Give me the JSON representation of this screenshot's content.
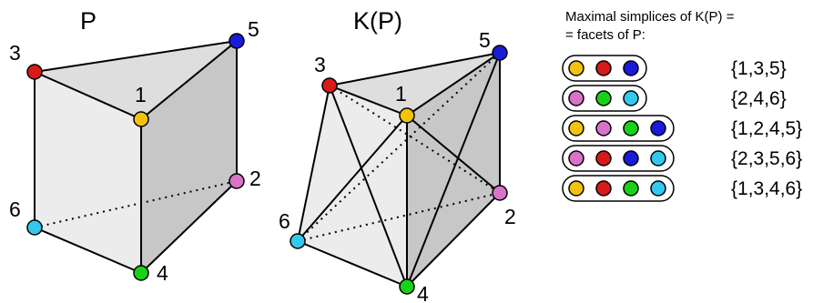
{
  "colors": {
    "v1": "#f4c20d",
    "v2": "#d873c8",
    "v3": "#d91a1a",
    "v4": "#1ad11a",
    "v5": "#1a1ad9",
    "v6": "#33c9ee",
    "face_light": "#ececec",
    "face_mid": "#dedede",
    "face_dark": "#c7c7c7"
  },
  "prism": {
    "title": "P",
    "vertex_labels": {
      "v1": "1",
      "v2": "2",
      "v3": "3",
      "v4": "4",
      "v5": "5",
      "v6": "6"
    }
  },
  "complex": {
    "title": "K(P)",
    "vertex_labels": {
      "v1": "1",
      "v2": "2",
      "v3": "3",
      "v4": "4",
      "v5": "5",
      "v6": "6"
    }
  },
  "legend": {
    "heading_line1": "Maximal simplices of K(P) =",
    "heading_line2": "= facets of P:",
    "simplices": [
      {
        "vertices": [
          "v1",
          "v3",
          "v5"
        ],
        "label": "{1,3,5}"
      },
      {
        "vertices": [
          "v2",
          "v4",
          "v6"
        ],
        "label": "{2,4,6}"
      },
      {
        "vertices": [
          "v1",
          "v2",
          "v4",
          "v5"
        ],
        "label": "{1,2,4,5}"
      },
      {
        "vertices": [
          "v2",
          "v3",
          "v5",
          "v6"
        ],
        "label": "{2,3,5,6}"
      },
      {
        "vertices": [
          "v1",
          "v3",
          "v4",
          "v6"
        ],
        "label": "{1,3,4,6}"
      }
    ]
  }
}
